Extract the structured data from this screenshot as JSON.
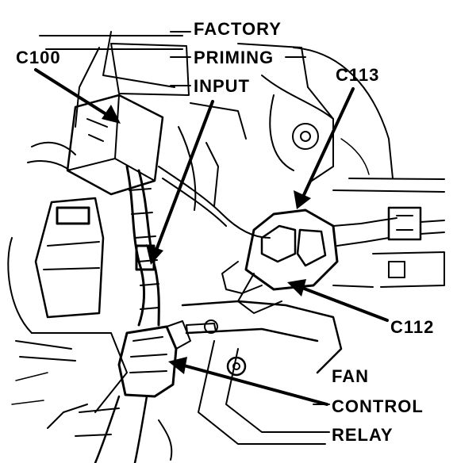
{
  "diagram": {
    "callouts": {
      "c100": "C100",
      "factory_priming_input": [
        "FACTORY",
        "PRIMING",
        "INPUT"
      ],
      "c113": "C113",
      "c112": "C112",
      "fan_control_relay": [
        "FAN",
        "CONTROL",
        "RELAY"
      ]
    },
    "colors": {
      "ink": "#000000",
      "paper": "#ffffff"
    }
  }
}
